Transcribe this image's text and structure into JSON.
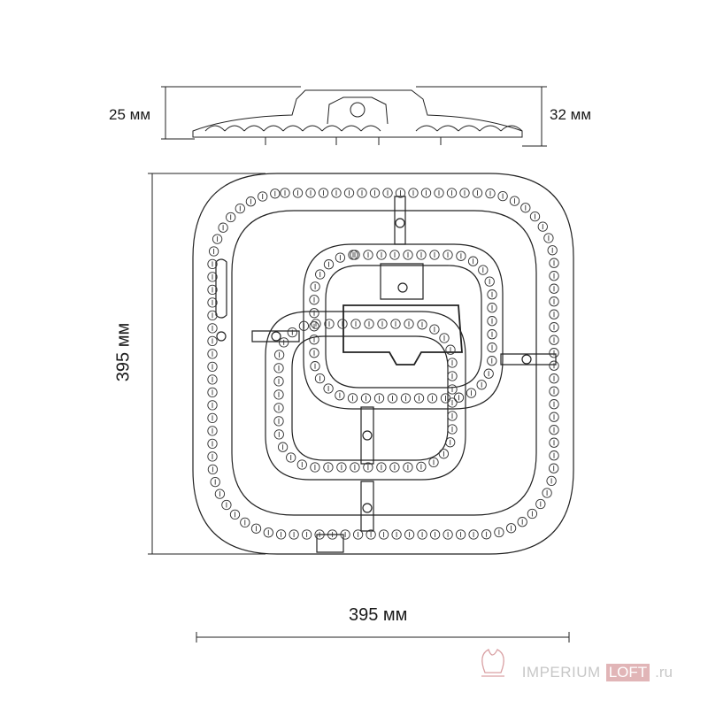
{
  "dimensions": {
    "side_height_left": "25 мм",
    "side_height_right": "32 мм",
    "width": "395 мм",
    "height": "395 мм"
  },
  "watermark": {
    "brand_main": "IMPERIUM",
    "brand_box": "LOFT",
    "brand_suffix": ".ru"
  },
  "colors": {
    "line": "#222222",
    "watermark_accent": "#c9797d"
  }
}
